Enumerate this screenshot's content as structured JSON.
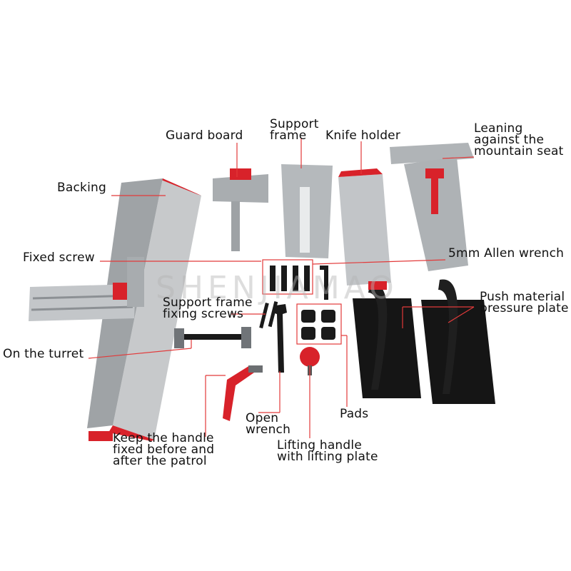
{
  "labels": {
    "guard_board": "Guard board",
    "support_frame": "Support\nframe",
    "knife_holder": "Knife holder",
    "leaning_seat": "Leaning\nagainst the\nmountain seat",
    "backing": "Backing",
    "fixed_screw": "Fixed screw",
    "allen_wrench": "5mm Allen wrench",
    "support_frame_screws": "Support frame\nfixing screws",
    "push_plate": "Push material\npressure plate",
    "on_turret": "On the turret",
    "pads": "Pads",
    "open_wrench": "Open\nwrench",
    "keep_handle": "Keep the handle\nfixed before and\nafter the patrol",
    "lifting_handle": "Lifting handle\nwith lifting plate"
  },
  "watermark": "SHENJIAMAO",
  "colors": {
    "leader_line": "#e23a3a",
    "metal": "#b9bcbf",
    "accent_red": "#d8222a",
    "black": "#1a1a1a"
  }
}
